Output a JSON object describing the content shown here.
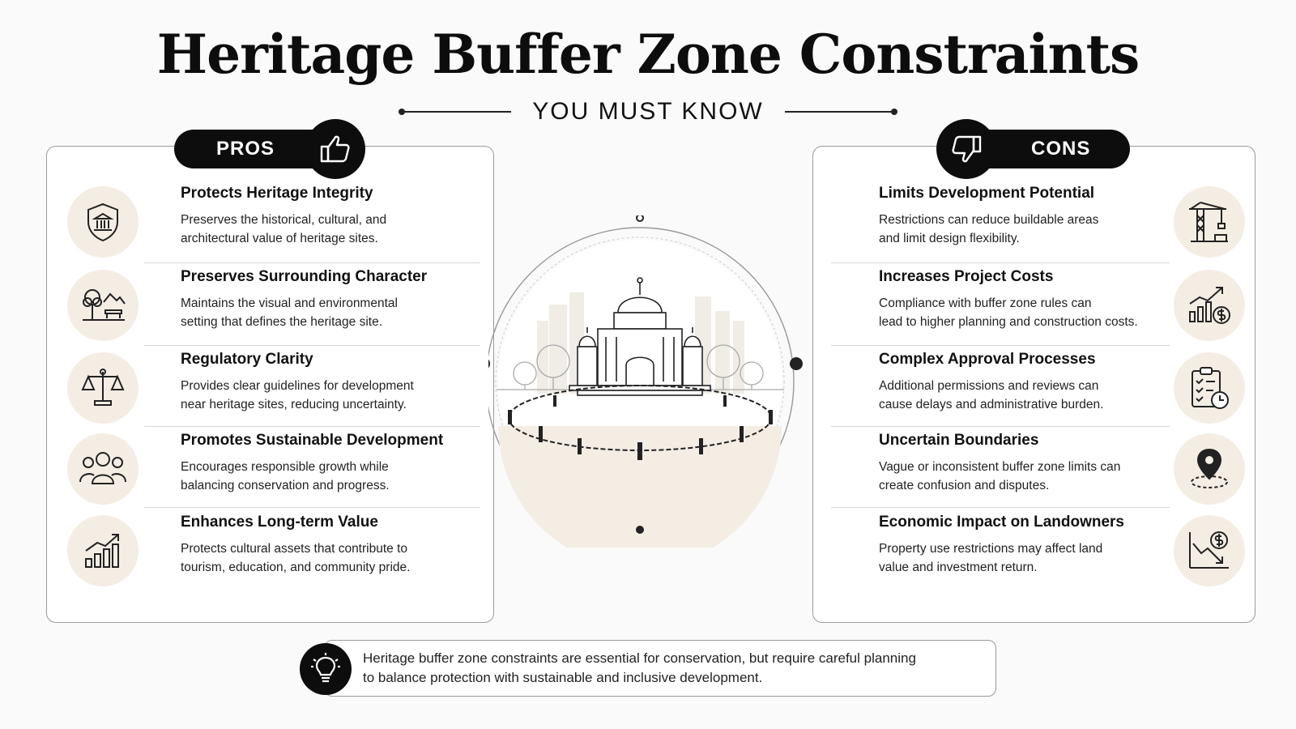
{
  "header": {
    "title": "Heritage Buffer Zone Constraints",
    "subtitle": "YOU MUST KNOW"
  },
  "pros": {
    "label": "PROS",
    "items": [
      {
        "title": "Protects Heritage Integrity",
        "desc1": "Preserves the historical, cultural, and",
        "desc2": "architectural value of heritage sites.",
        "icon": "heritage-shield-icon"
      },
      {
        "title": "Preserves Surrounding Character",
        "desc1": "Maintains the visual and environmental",
        "desc2": "setting that defines the heritage site.",
        "icon": "landscape-icon"
      },
      {
        "title": "Regulatory Clarity",
        "desc1": "Provides clear guidelines for development",
        "desc2": "near heritage sites, reducing uncertainty.",
        "icon": "scales-icon"
      },
      {
        "title": "Promotes Sustainable Development",
        "desc1": "Encourages responsible growth while",
        "desc2": "balancing conservation and progress.",
        "icon": "community-icon"
      },
      {
        "title": "Enhances Long-term Value",
        "desc1": "Protects cultural assets that contribute to",
        "desc2": "tourism, education, and community pride.",
        "icon": "growth-chart-icon"
      }
    ]
  },
  "cons": {
    "label": "CONS",
    "items": [
      {
        "title": "Limits Development Potential",
        "desc1": "Restrictions can reduce buildable areas",
        "desc2": "and limit design flexibility.",
        "icon": "crane-icon"
      },
      {
        "title": "Increases Project Costs",
        "desc1": "Compliance with buffer zone rules can",
        "desc2": "lead to higher planning and construction costs.",
        "icon": "cost-chart-icon"
      },
      {
        "title": "Complex Approval Processes",
        "desc1": "Additional permissions and reviews can",
        "desc2": "cause delays and administrative burden.",
        "icon": "clipboard-clock-icon"
      },
      {
        "title": "Uncertain Boundaries",
        "desc1": "Vague or inconsistent buffer zone limits can",
        "desc2": "create confusion and disputes.",
        "icon": "map-pin-icon"
      },
      {
        "title": "Economic Impact on Landowners",
        "desc1": "Property use restrictions may affect land",
        "desc2": "value and investment return.",
        "icon": "declining-value-icon"
      }
    ]
  },
  "summary": {
    "line1": "Heritage buffer zone constraints are essential for conservation, but require careful planning",
    "line2": "to balance protection with sustainable and inclusive development.",
    "icon": "lightbulb-icon"
  },
  "colors": {
    "accent": "#0d0d0d",
    "icon_bg": "#f3ede4",
    "border": "#9a9a9a"
  }
}
